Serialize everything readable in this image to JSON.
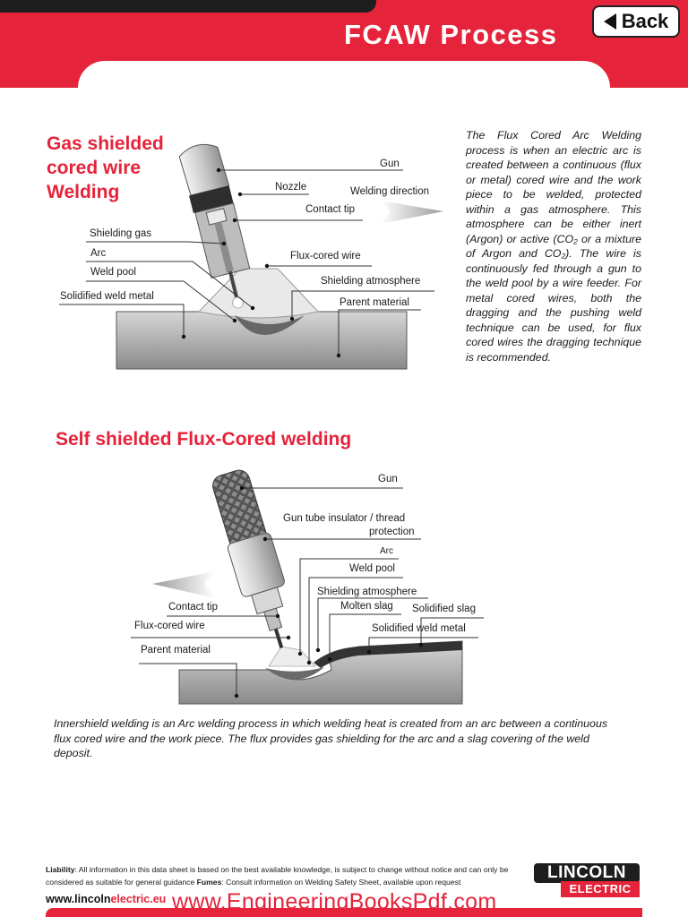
{
  "header": {
    "title": "FCAW Process",
    "back_label": "Back"
  },
  "section1": {
    "title_lines": [
      "Gas shielded",
      "cored wire",
      "Welding"
    ],
    "labels": {
      "gun": "Gun",
      "nozzle": "Nozzle",
      "welding_direction": "Welding direction",
      "contact_tip": "Contact tip",
      "shielding_gas": "Shielding gas",
      "arc": "Arc",
      "flux_cored_wire": "Flux-cored wire",
      "weld_pool": "Weld pool",
      "shielding_atmosphere": "Shielding atmosphere",
      "solidified_weld_metal": "Solidified weld metal",
      "parent_material": "Parent material"
    },
    "description": "The Flux Cored Arc Welding process is when an electric arc is created between a continuous (flux or metal) cored wire and the work piece to be welded, protected within a gas atmosphere. This atmosphere can be either inert (Argon) or active (CO₂ or a mixture of Argon and CO₂). The wire is continuously fed through a gun to the weld pool by a wire feeder. For metal cored wires, both the dragging and the pushing weld technique can be used, for flux cored wires the dragging technique is recommended."
  },
  "section2": {
    "title": "Self shielded Flux-Cored welding",
    "labels": {
      "gun": "Gun",
      "insulator_line1": "Gun tube insulator / thread",
      "insulator_line2": "protection",
      "arc": "Arc",
      "weld_pool": "Weld pool",
      "contact_tip": "Contact tip",
      "shielding_atmosphere": "Shielding atmosphere",
      "molten_slag": "Molten slag",
      "solidified_slag": "Solidified slag",
      "flux_cored_wire": "Flux-cored wire",
      "solidified_weld_metal": "Solidified weld metal",
      "parent_material": "Parent material"
    },
    "description": "Innershield welding is an Arc welding process in which welding heat is created from an arc between a continuous flux cored wire and the work piece. The flux provides gas shielding for the arc and a slag covering of the weld deposit."
  },
  "footer": {
    "liability_label": "Liability",
    "liability_text": ": All information in this data sheet is based on the best available knowledge, is subject to change without notice and can only be considered as suitable for general guidance ",
    "fumes_label": "Fumes",
    "fumes_text": ": Consult information on Welding Safety Sheet, available upon request",
    "url_prefix": "www.lincoln",
    "url_suffix": "electric.eu",
    "watermark": "www.EngineeringBooksPdf.com",
    "logo_top": "LINCOLN",
    "logo_bottom": "ELECTRIC"
  },
  "colors": {
    "accent": "#e5233a",
    "dark": "#1e1e1e"
  }
}
